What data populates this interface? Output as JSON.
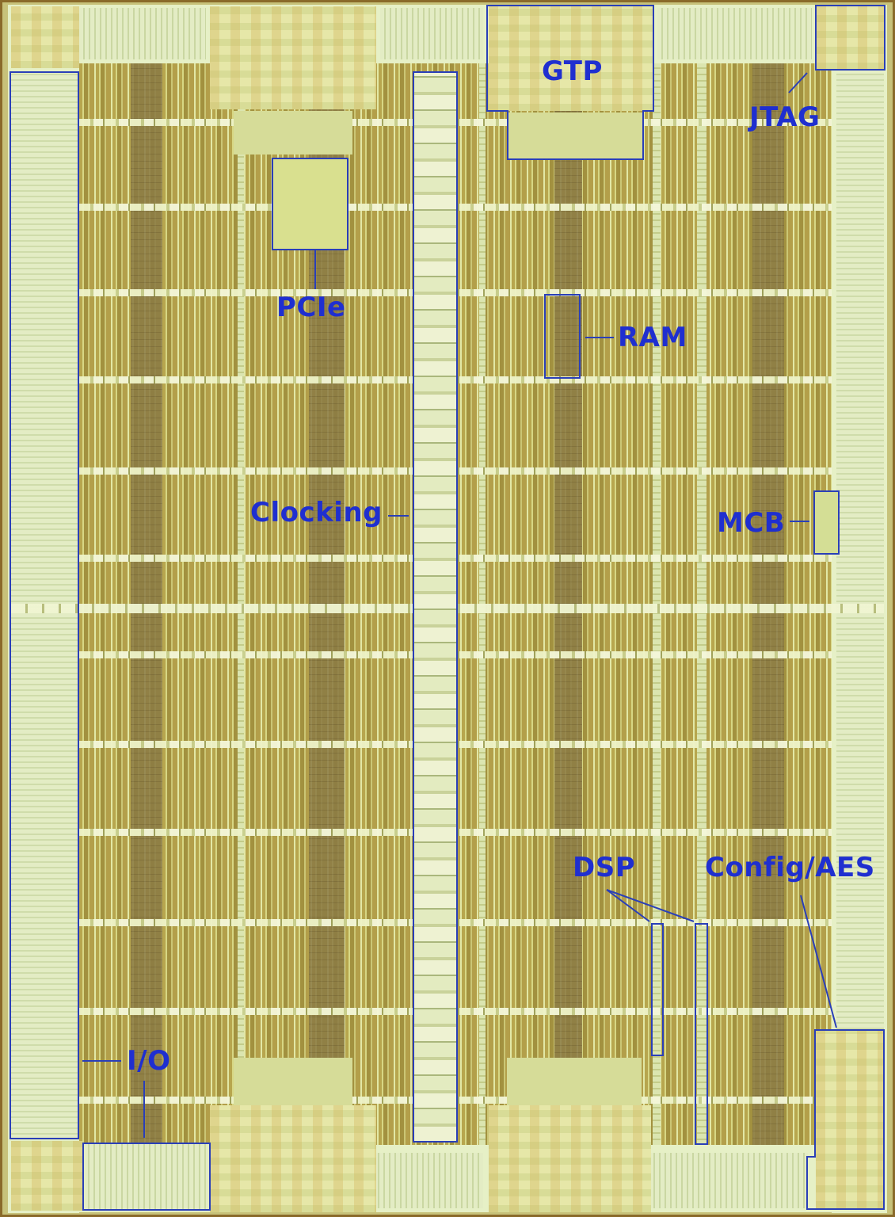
{
  "figure": {
    "subject": "FPGA die photograph with annotated functional blocks",
    "annotation_color": "#1f2fd0",
    "labels": {
      "gtp": "GTP",
      "jtag": "JTAG",
      "pcie": "PCIe",
      "ram": "RAM",
      "clocking": "Clocking",
      "mcb": "MCB",
      "dsp": "DSP",
      "config_aes": "Config/AES",
      "io": "I/O"
    }
  }
}
